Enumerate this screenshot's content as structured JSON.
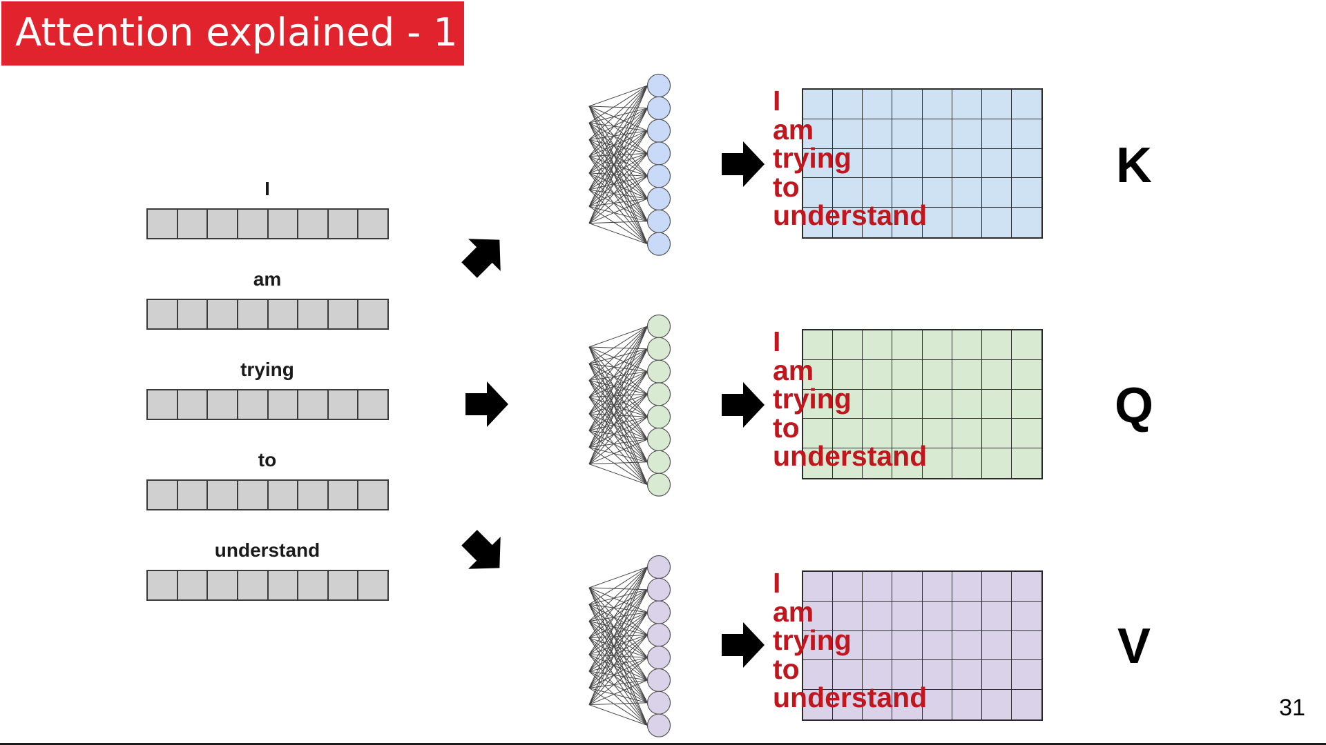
{
  "title": "Attention explained - 1",
  "page_number": "31",
  "input_words": [
    "I",
    "am",
    "trying",
    "to",
    "understand"
  ],
  "vector_cells": 8,
  "matrices": [
    {
      "label": "K",
      "fill": "#cfe2f3",
      "node_fill": "#c9daf8",
      "rows": [
        "I",
        "am",
        "trying",
        "to",
        "understand"
      ]
    },
    {
      "label": "Q",
      "fill": "#d9ead3",
      "node_fill": "#d9ead3",
      "rows": [
        "I",
        "am",
        "trying",
        "to",
        "understand"
      ]
    },
    {
      "label": "V",
      "fill": "#d9d2e9",
      "node_fill": "#d9d2e9",
      "rows": [
        "I",
        "am",
        "trying",
        "to",
        "understand"
      ]
    }
  ],
  "colors": {
    "title_bar": "#e0232c",
    "row_labels": "#c0161e",
    "vector_fill": "#d0d0d0"
  },
  "icons": [
    "arrow-up-right-icon",
    "arrow-right-icon",
    "arrow-down-right-icon"
  ]
}
